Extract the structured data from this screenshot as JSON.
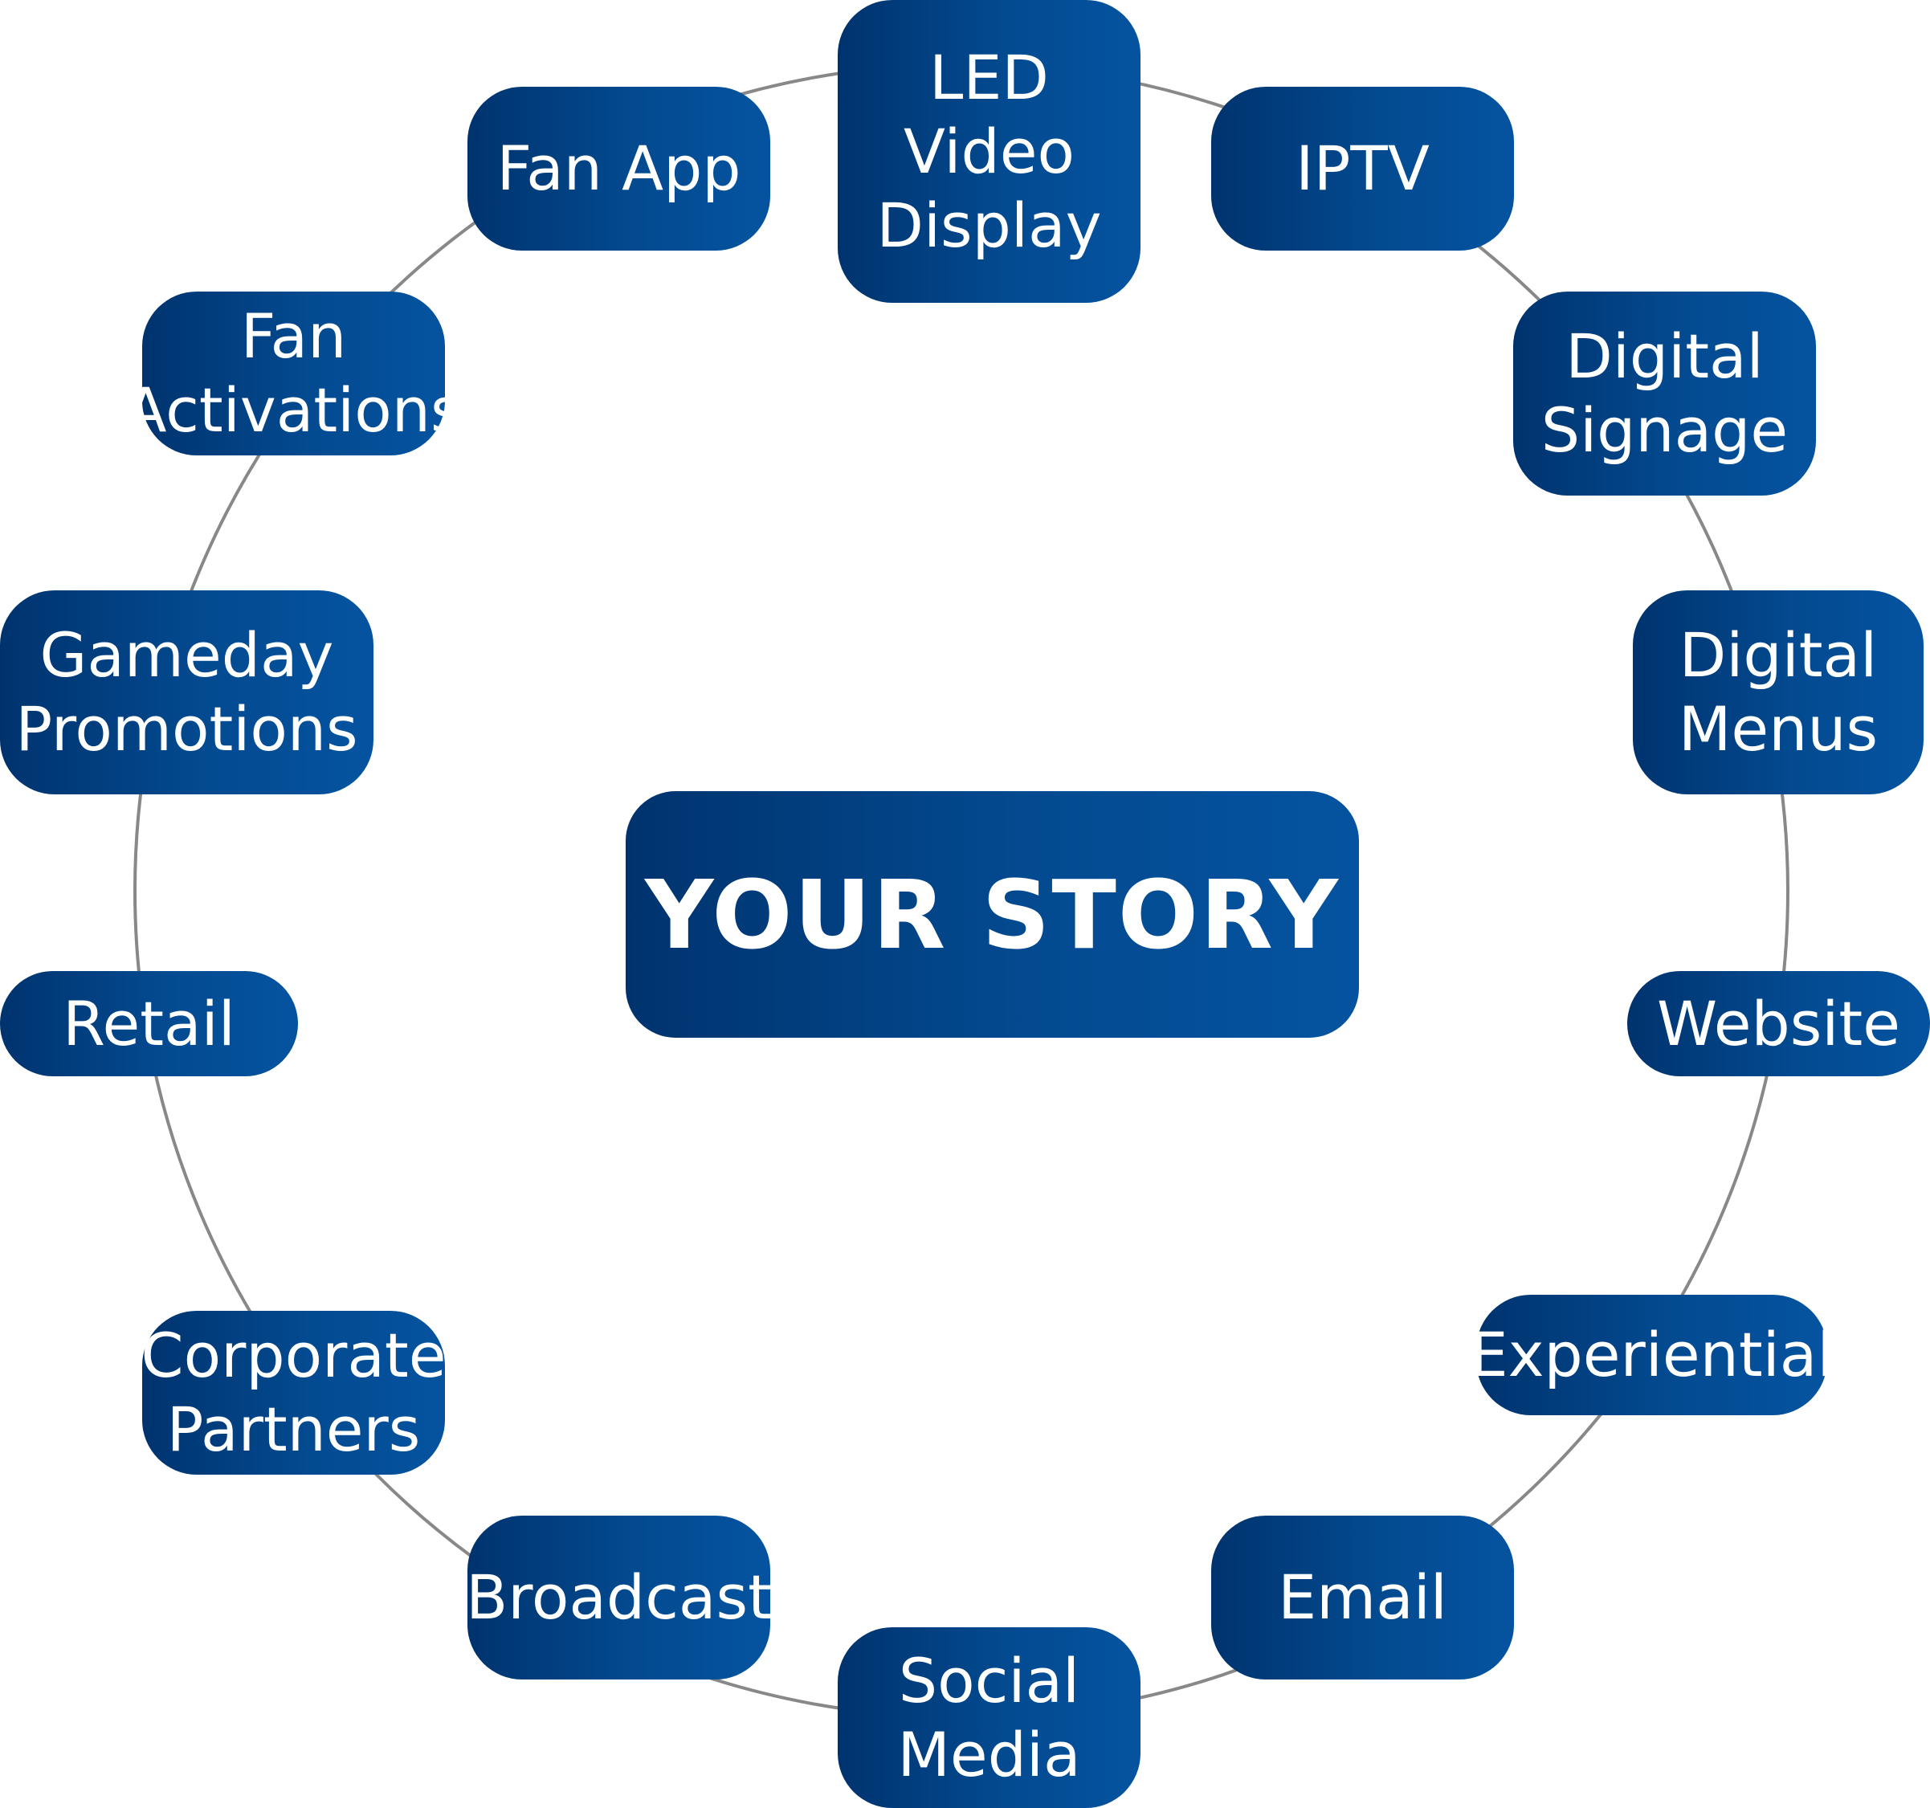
{
  "diagram": {
    "center": {
      "label": "YOUR STORY"
    },
    "nodes": [
      {
        "id": "led",
        "lines": [
          "LED",
          "Video",
          "Display"
        ]
      },
      {
        "id": "fanapp",
        "lines": [
          "Fan App"
        ]
      },
      {
        "id": "iptv",
        "lines": [
          "IPTV"
        ]
      },
      {
        "id": "fanact",
        "lines": [
          "Fan",
          "Activations"
        ]
      },
      {
        "id": "signage",
        "lines": [
          "Digital",
          "Signage"
        ]
      },
      {
        "id": "gameday",
        "lines": [
          "Gameday",
          "Promotions"
        ]
      },
      {
        "id": "menus",
        "lines": [
          "Digital",
          "Menus"
        ]
      },
      {
        "id": "retail",
        "lines": [
          "Retail"
        ]
      },
      {
        "id": "website",
        "lines": [
          "Website"
        ]
      },
      {
        "id": "corporate",
        "lines": [
          "Corporate",
          "Partners"
        ]
      },
      {
        "id": "experiential",
        "lines": [
          "Experiential"
        ]
      },
      {
        "id": "broadcast",
        "lines": [
          "Broadcast"
        ]
      },
      {
        "id": "email",
        "lines": [
          "Email"
        ]
      },
      {
        "id": "social",
        "lines": [
          "Social",
          "Media"
        ]
      }
    ]
  },
  "colors": {
    "box_gradient_start": "#00336e",
    "box_gradient_end": "#0553a0",
    "text": "#ffffff",
    "ring_stroke": "#888888",
    "background": "#ffffff"
  }
}
